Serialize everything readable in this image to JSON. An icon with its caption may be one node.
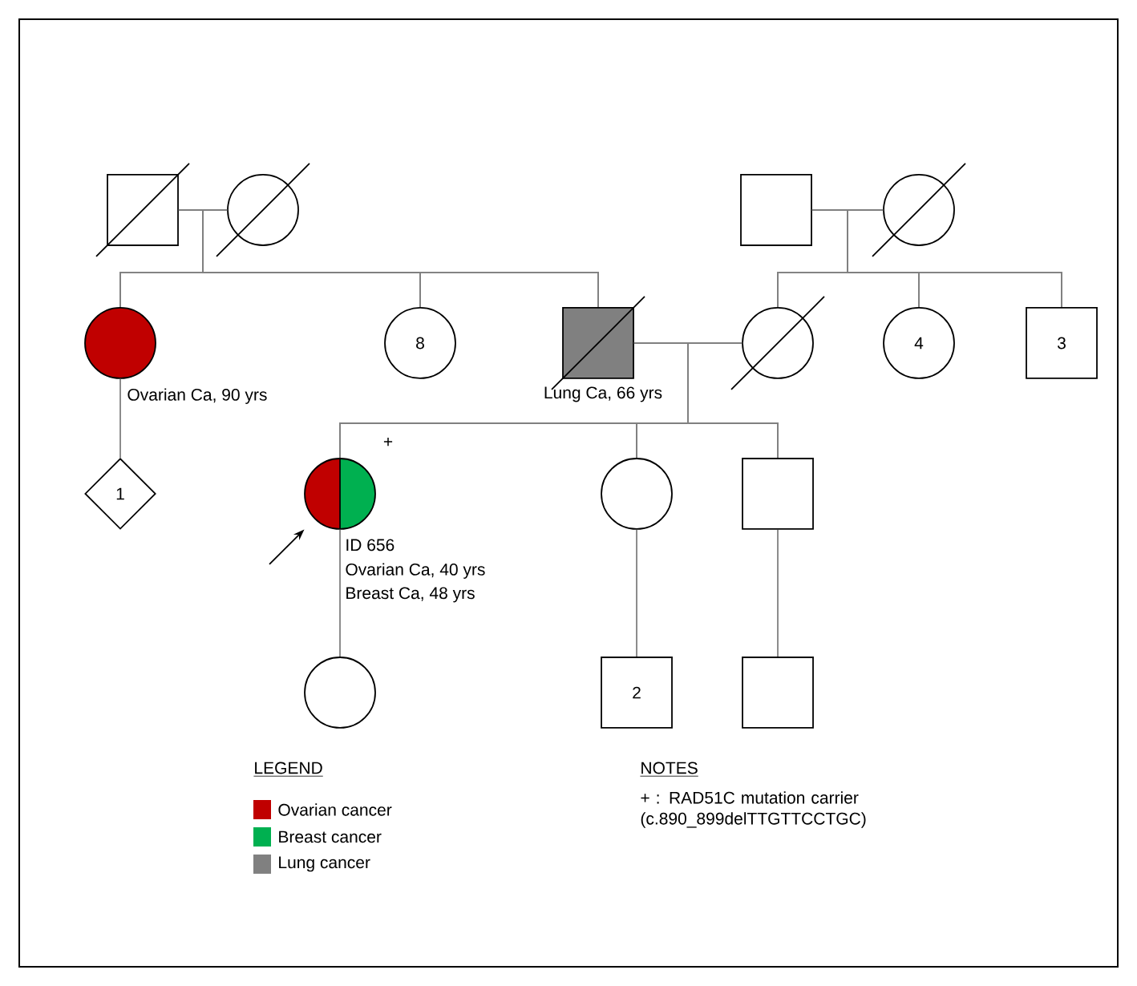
{
  "diagram": {
    "nodes": [
      {
        "text": [],
        "shape": "box"
      },
      {
        "text": [],
        "shape": "circle"
      },
      {
        "text": [],
        "shape": "box"
      },
      {
        "text": [],
        "shape": "circle"
      },
      {
        "text": [],
        "shape": "circle",
        "beside": [
          "Ovarian Ca, 90 yrs"
        ]
      },
      {
        "text": [
          "8"
        ]
      },
      {
        "text": [],
        "shape": "box",
        "beside": [
          "Lung Ca, 66 yrs"
        ]
      },
      {
        "text": [],
        "shape": "circle"
      },
      {
        "text": [
          "4"
        ]
      },
      {
        "text": [
          "3"
        ]
      },
      {
        "text": [
          "1"
        ]
      },
      {
        "text": [],
        "shape": "circle",
        "beside": [
          "ID 656",
          "Ovarian Ca, 40 yrs",
          "Breast Ca, 48 yrs"
        ]
      },
      {
        "text": [],
        "shape": "circle"
      },
      {
        "text": [],
        "shape": "box"
      },
      {
        "text": [],
        "shape": "circle"
      },
      {
        "text": [
          "2"
        ]
      },
      {
        "text": [],
        "shape": "box"
      }
    ],
    "edges": [
      {
        "from": 0,
        "to": 1,
        "arrow": "none"
      },
      {
        "from": 2,
        "to": 3,
        "arrow": "none"
      },
      {
        "from": 0,
        "to": 4,
        "arrow": "none"
      },
      {
        "from": 1,
        "to": 4,
        "arrow": "none"
      },
      {
        "from": 0,
        "to": 5,
        "arrow": "none"
      },
      {
        "from": 1,
        "to": 5,
        "arrow": "none"
      },
      {
        "from": 0,
        "to": 6,
        "arrow": "none"
      },
      {
        "from": 1,
        "to": 6,
        "arrow": "none"
      },
      {
        "from": 2,
        "to": 7,
        "arrow": "none"
      },
      {
        "from": 3,
        "to": 7,
        "arrow": "none"
      },
      {
        "from": 2,
        "to": 8,
        "arrow": "none"
      },
      {
        "from": 3,
        "to": 8,
        "arrow": "none"
      },
      {
        "from": 2,
        "to": 9,
        "arrow": "none"
      },
      {
        "from": 3,
        "to": 9,
        "arrow": "none"
      },
      {
        "from": 6,
        "to": 7,
        "arrow": "none"
      },
      {
        "from": 6,
        "to": 11,
        "arrow": "none"
      },
      {
        "from": 7,
        "to": 11,
        "arrow": "none"
      },
      {
        "from": 6,
        "to": 12,
        "arrow": "none"
      },
      {
        "from": 7,
        "to": 12,
        "arrow": "none"
      },
      {
        "from": 6,
        "to": 13,
        "arrow": "none"
      },
      {
        "from": 7,
        "to": 13,
        "arrow": "none"
      },
      {
        "from": 4,
        "to": 10,
        "arrow": "none"
      },
      {
        "from": 11,
        "to": 14,
        "arrow": "none"
      },
      {
        "from": 12,
        "to": 15,
        "arrow": "none"
      },
      {
        "from": 13,
        "to": 16,
        "arrow": "none"
      },
      {
        "from": null,
        "to": 11,
        "arrow": "to",
        "color": "#000000"
      }
    ],
    "labels": [
      "+",
      "LEGEND",
      "NOTES",
      "+ : RAD51C mutation carrier (c.890_899delTTGTTCCTGC)"
    ],
    "legend": [
      {
        "text": "Ovarian cancer",
        "color": "#c00000"
      },
      {
        "text": "Breast cancer",
        "color": "#00b050"
      },
      {
        "text": "Lung cancer",
        "color": "#808080"
      }
    ]
  }
}
